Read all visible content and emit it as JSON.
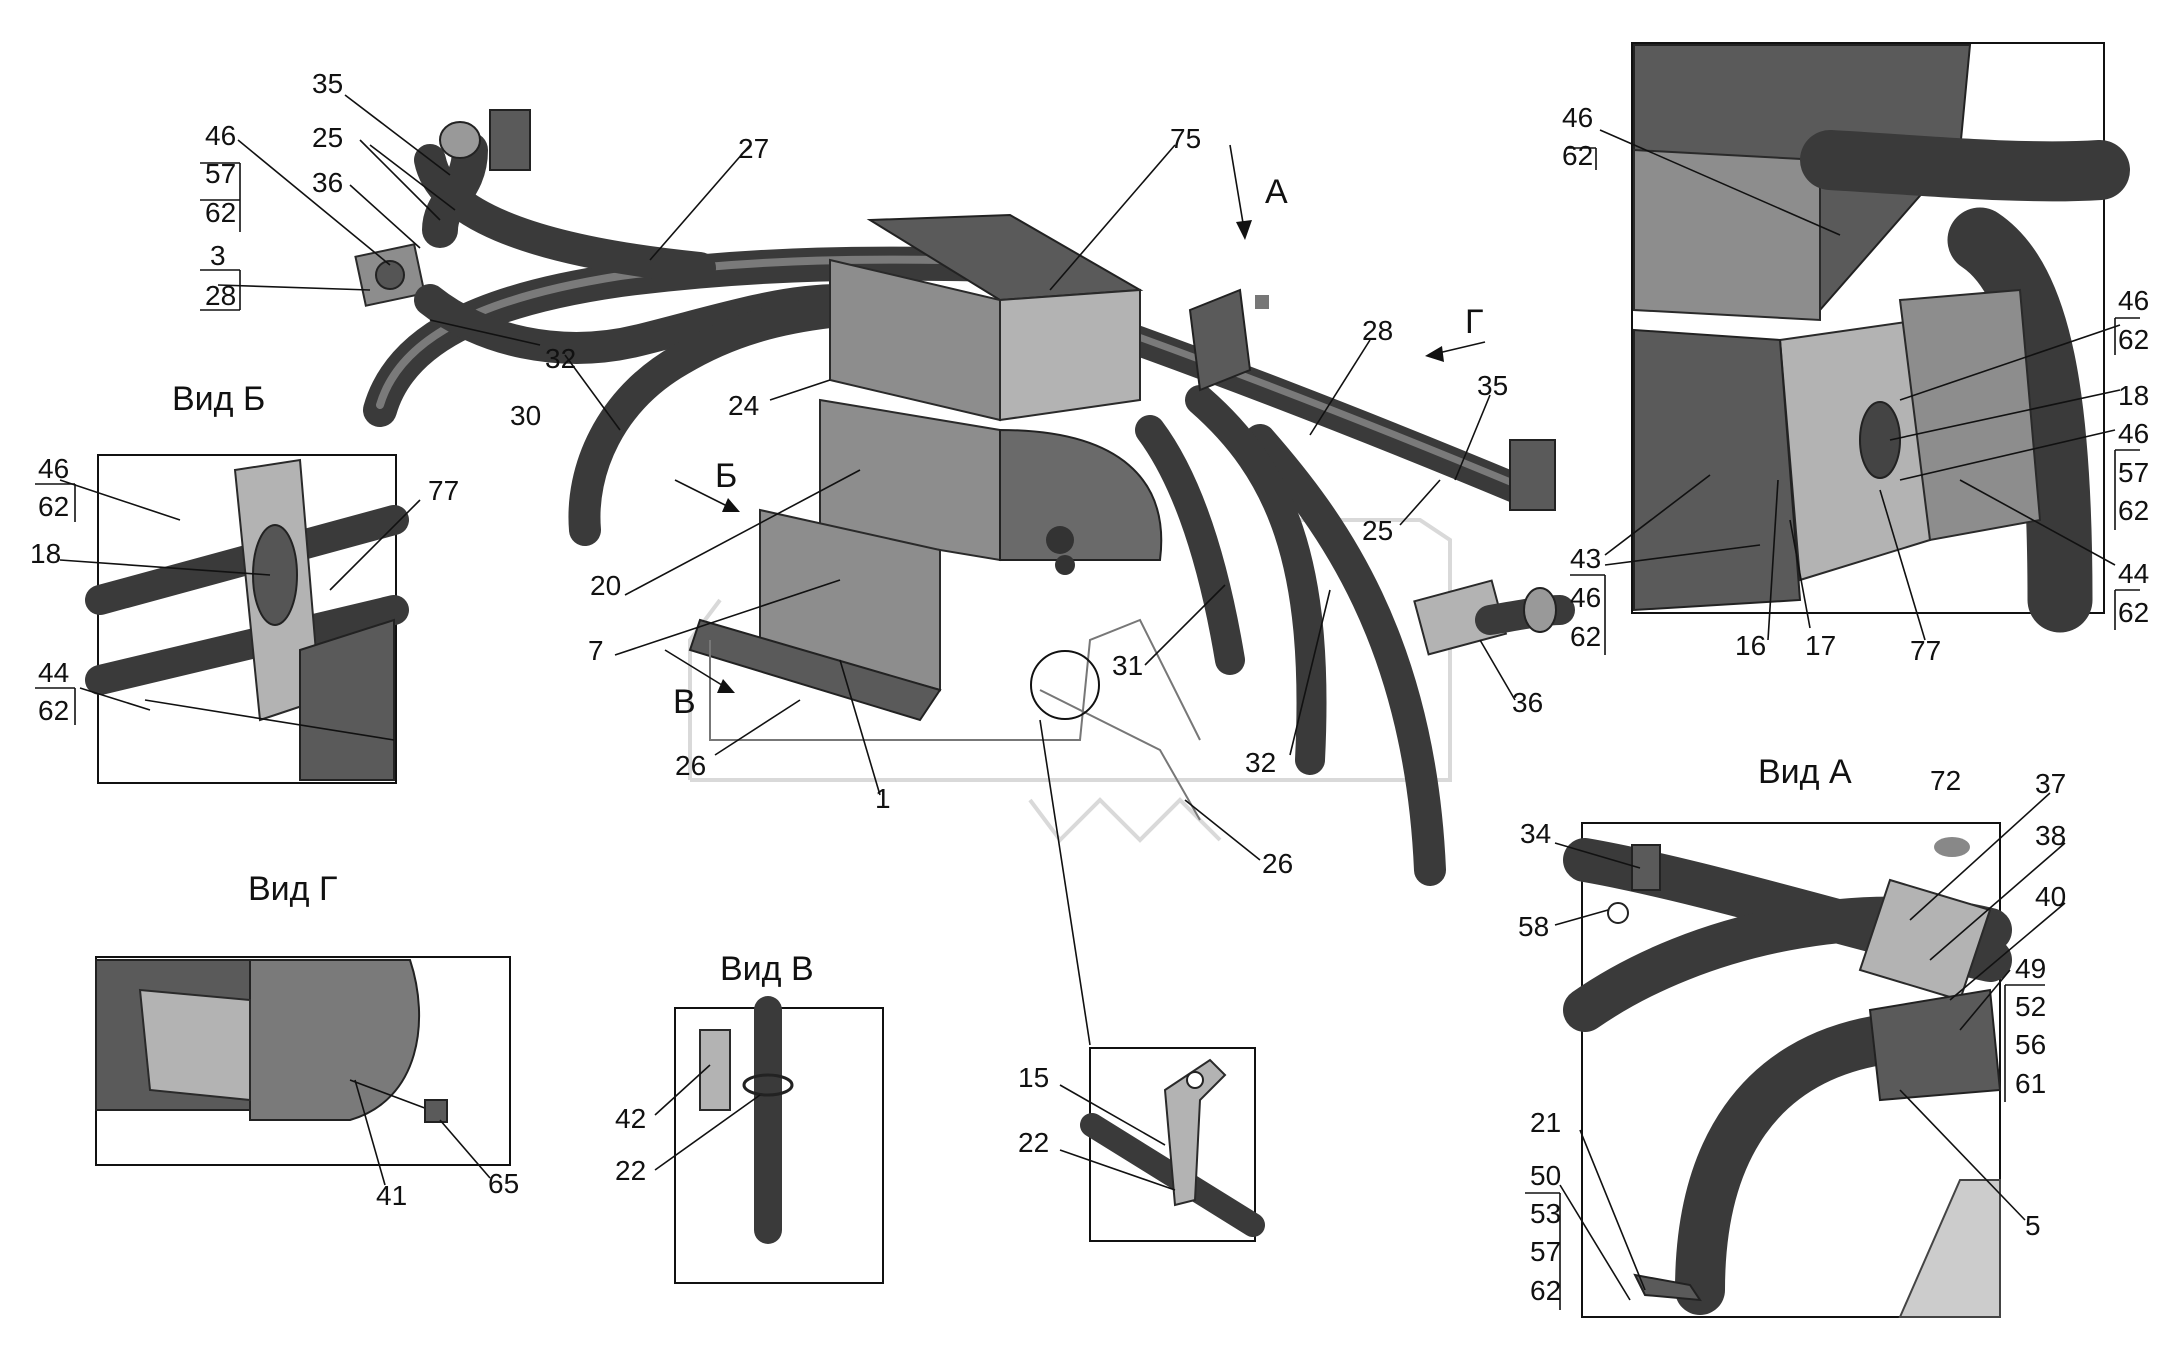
{
  "views": {
    "view_b": "Вид Б",
    "view_g": "Вид Г",
    "view_v": "Вид В",
    "view_a": "Вид А"
  },
  "arrows": {
    "a": "А",
    "g": "Г",
    "b": "Б",
    "v": "В"
  },
  "labels": {
    "main": [
      "35",
      "25",
      "36",
      "3",
      "28",
      "27",
      "75",
      "28",
      "35",
      "24",
      "30",
      "32",
      "20",
      "7",
      "1",
      "26",
      "31",
      "32",
      "36",
      "25",
      "26"
    ],
    "main_stack_46_57_62": [
      "46",
      "57",
      "62"
    ],
    "view_b": [
      "46",
      "62",
      "18",
      "77",
      "44",
      "62"
    ],
    "view_g": [
      "41",
      "65"
    ],
    "view_v": [
      "42",
      "22"
    ],
    "detail_15": [
      "15",
      "22"
    ],
    "view_a": [
      "72",
      "37",
      "38",
      "40",
      "34",
      "58",
      "5",
      "21"
    ],
    "view_a_stack_49": [
      "49",
      "52",
      "56",
      "61"
    ],
    "view_a_stack_50": [
      "50",
      "53",
      "57",
      "62"
    ],
    "top_right": [
      "46",
      "62",
      "46",
      "62",
      "18",
      "16",
      "17",
      "77"
    ],
    "top_right_stack_46_57_62": [
      "46",
      "57",
      "62"
    ],
    "top_right_stack_43": [
      "43",
      "46",
      "62"
    ],
    "top_right_stack_44": [
      "44",
      "62"
    ]
  }
}
